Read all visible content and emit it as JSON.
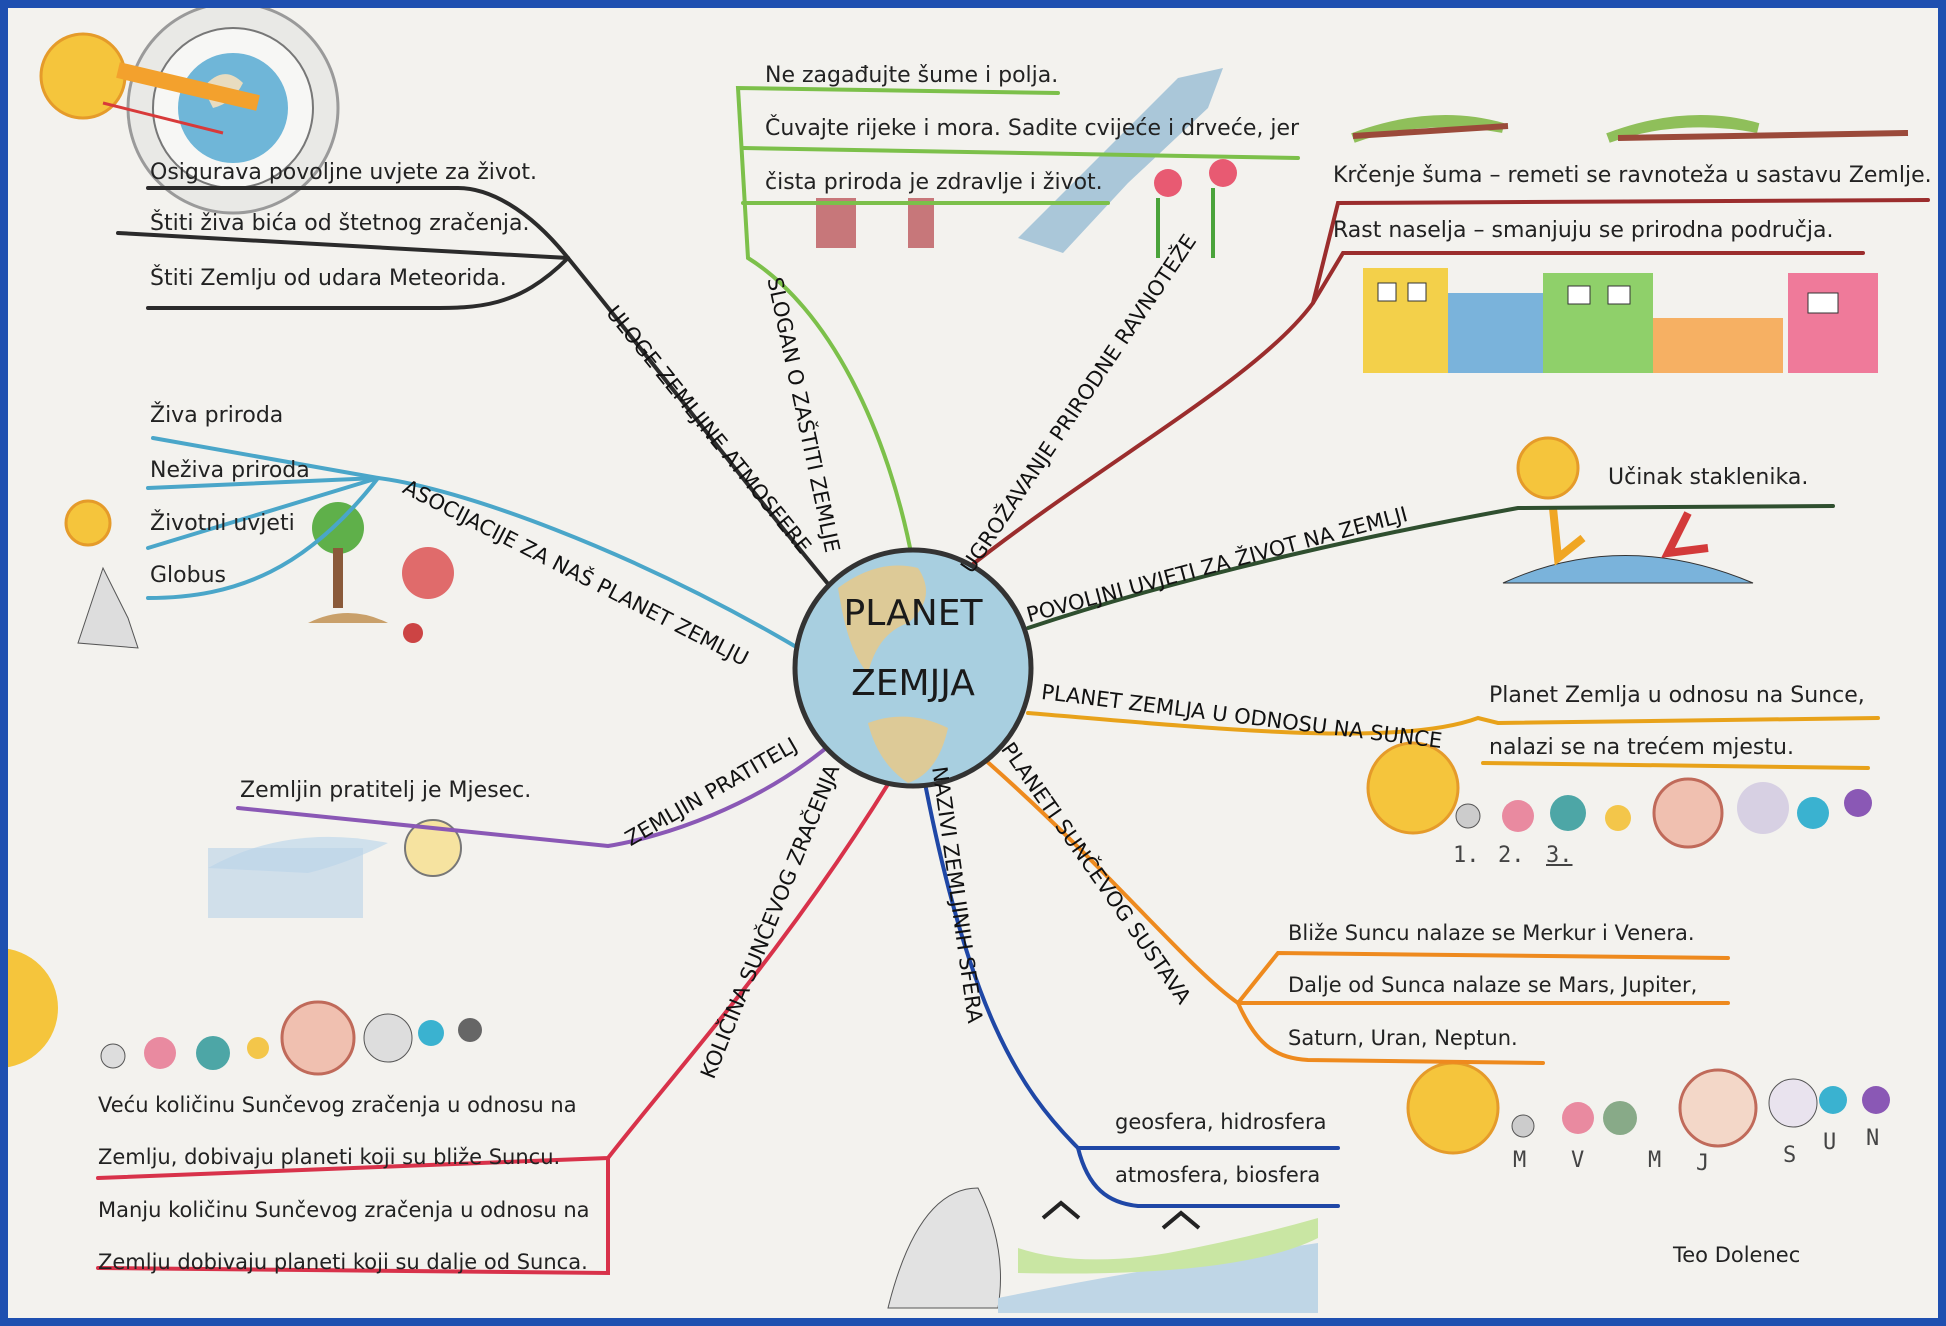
{
  "center": {
    "line1": "PLANET",
    "line2": "ZEMJJA"
  },
  "branches": {
    "atmosphere": {
      "label": "ULOGE ZEMLJINE ATMOSFERE",
      "items": [
        "Osigurava povoljne uvjete za život.",
        "Štiti živa bića od štetnog zračenja.",
        "Štiti Zemlju od udara Meteorida."
      ]
    },
    "slogan": {
      "label": "SLOGAN O ZAŠTITI ZEMLJE",
      "items": [
        "Ne zagađujte šume i polja.",
        "Čuvajte rijeke i mora. Sadite cvijeće i drveće, jer",
        "čista priroda je zdravlje i život."
      ]
    },
    "threat": {
      "label": "UGROŽAVANJE PRIRODNE RAVNOTEŽE",
      "items": [
        "Krčenje šuma – remeti se ravnoteža u sastavu Zemlje.",
        "Rast naselja – smanjuju se prirodna područja."
      ]
    },
    "associations": {
      "label": "ASOCIJACIJE ZA NAŠ PLANET ZEMLJU",
      "items": [
        "Živa priroda",
        "Neživa priroda",
        "Životni uvjeti",
        "Globus"
      ]
    },
    "conditions": {
      "label": "POVOLJNI UVJETI ZA ŽIVOT NA ZEMLJI",
      "items": [
        "Učinak staklenika."
      ]
    },
    "sun_relation": {
      "label": "PLANET ZEMLJA U ODNOSU NA SUNCE",
      "items": [
        "Planet Zemlja u odnosu na Sunce,",
        "nalazi se na trećem mjestu."
      ],
      "order_labels": [
        "1.",
        "2.",
        "3."
      ]
    },
    "satellite": {
      "label": "ZEMLJIN PRATITELJ",
      "items": [
        "Zemljin pratitelj je Mjesec."
      ]
    },
    "radiation": {
      "label": "KOLIČINA SUNČEVOG ZRAČENJA",
      "items": [
        "Veću količinu Sunčevog zračenja u odnosu na",
        "Zemlju, dobivaju planeti koji su bliže Suncu.",
        "Manju količinu Sunčevog zračenja u odnosu na",
        "Zemlju dobivaju planeti koji su dalje od Sunca."
      ]
    },
    "spheres": {
      "label": "NAZIVI ZEMLJINIH SFERA",
      "items": [
        "geosfera, hidrosfera",
        "atmosfera, biosfera"
      ]
    },
    "solar_system": {
      "label": "PLANETI SUNČEVOG SUSTAVA",
      "items": [
        "Bliže Suncu nalaze se Merkur i Venera.",
        "Dalje od Sunca nalaze se Mars, Jupiter,",
        "Saturn, Uran, Neptun."
      ],
      "planet_letters": [
        "M",
        "V",
        "M",
        "J",
        "S",
        "U",
        "N"
      ]
    }
  },
  "author": "Teo Dolenec",
  "colors": {
    "frame": "#1e4fb0",
    "paper": "#f3f2ee",
    "atmosphere": "#2b2b2b",
    "slogan": "#7cc04a",
    "threat": "#9b2d2d",
    "associations": "#4aa6c9",
    "conditions": "#2f4f2f",
    "sun_relation": "#e8a21a",
    "satellite": "#8a58b5",
    "radiation": "#d8324a",
    "spheres": "#1f47a6",
    "solar_system": "#ee8a1e"
  }
}
